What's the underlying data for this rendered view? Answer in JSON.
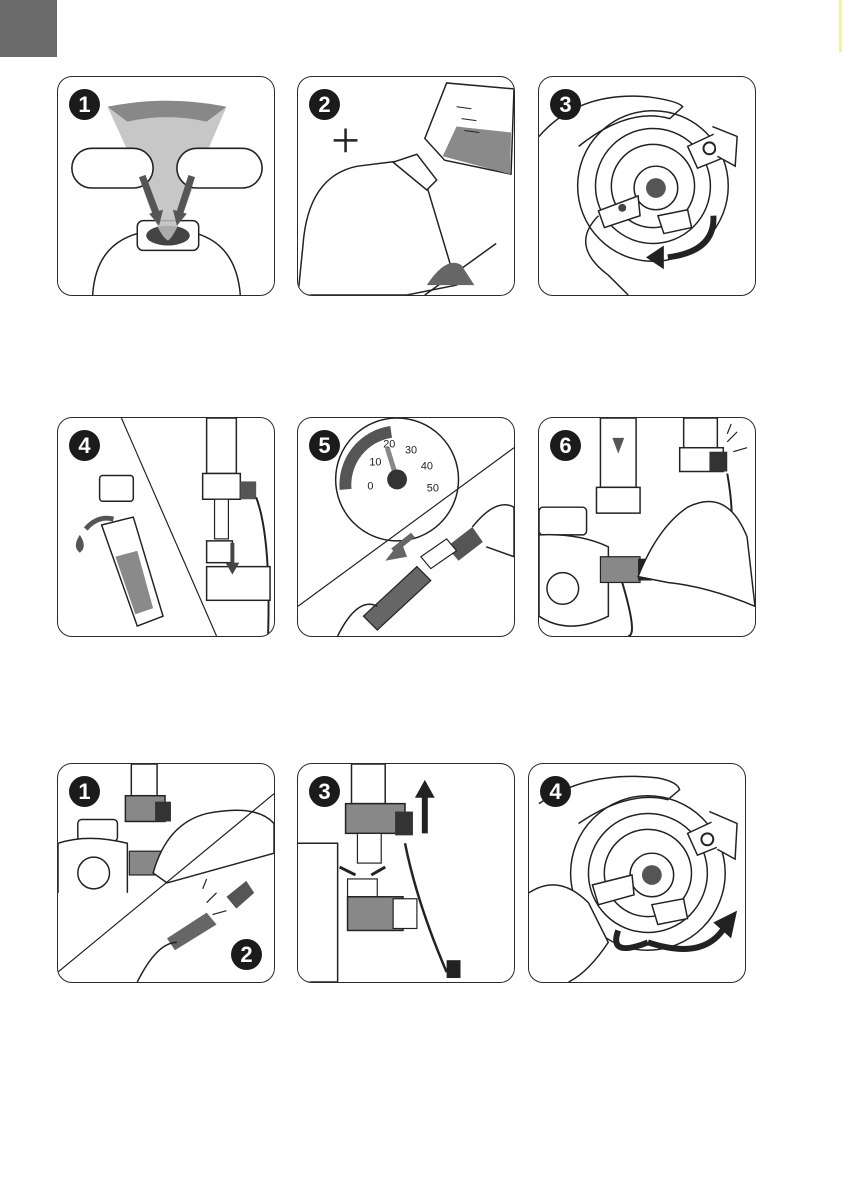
{
  "page": {
    "background": "#ffffff",
    "tab_color": "#6b6b6b"
  },
  "rows": [
    {
      "panels": [
        {
          "steps": [
            "1"
          ],
          "scene": "funnel-into-bottle"
        },
        {
          "steps": [
            "2"
          ],
          "scene": "pour-measuring-cup"
        },
        {
          "steps": [
            "3"
          ],
          "scene": "screw-regulator-on"
        }
      ]
    },
    {
      "panels": [
        {
          "steps": [
            "4"
          ],
          "scene": "attach-diffuser"
        },
        {
          "steps": [
            "5"
          ],
          "scene": "pressure-gauge-and-plug",
          "gauge_ticks": [
            "0",
            "10",
            "20",
            "30",
            "40",
            "50"
          ]
        },
        {
          "steps": [
            "6"
          ],
          "scene": "turn-valve"
        }
      ]
    },
    {
      "panels": [
        {
          "steps": [
            "1",
            "2"
          ],
          "scene": "close-valve-unplug"
        },
        {
          "steps": [
            "3"
          ],
          "scene": "lift-diffuser-off"
        },
        {
          "steps": [
            "4"
          ],
          "scene": "unscrew-regulator"
        }
      ]
    }
  ]
}
